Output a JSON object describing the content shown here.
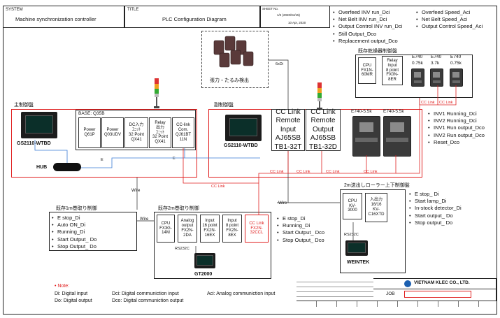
{
  "header": {
    "system_label": "SYSTEM",
    "system_value": "Machine synchronization controller",
    "title_label": "TITLE",
    "title_value": "PLC Configuration Diagram",
    "sheet_label": "SHEET No.",
    "sheet_value": "1/2 (2020/04/15)",
    "date_value": "10 Apr, 2020"
  },
  "top_right_signals": {
    "col1": [
      "Overfeed INV run_Dci",
      "Net Belt INV run_Dci",
      "Output Control INV run_Dci",
      "Still Output_Dco",
      "Replacement output_Dco"
    ],
    "col2": [
      "Overfeed Speed_Aci",
      "Net Belt Speed_Aci",
      "Output Control Speed_Aci"
    ]
  },
  "sensor": {
    "label": "張力・たるみ検出",
    "cable": "6xDi"
  },
  "dryer_panel": {
    "title": "既存乾燥器制御盤",
    "cpu": [
      "CPU",
      "FX1N-",
      "60MR"
    ],
    "relay": [
      "Relay",
      "Input",
      "8 point",
      "FX0N-",
      "8ER"
    ],
    "inverters": [
      {
        "name": "E740",
        "power": "0.75k"
      },
      {
        "name": "E740",
        "power": "3.7k"
      },
      {
        "name": "E740",
        "power": "0.75k"
      }
    ],
    "link1": "CC Link",
    "link2": "CC Link"
  },
  "main_panel": {
    "title": "主制御盤",
    "hmi": "GS2110-WTBD",
    "hub": "HUB",
    "base_label": "BASE: Q35B",
    "modules": [
      [
        "Power",
        "Q61P"
      ],
      [
        "Power",
        "Q03UDV"
      ],
      [
        "DC入力",
        "ﾕﾆｯﾄ",
        "32 Point",
        "QX41"
      ],
      [
        "Relay",
        "出力",
        "ﾕﾆｯﾄ",
        "32 Point",
        "QX41"
      ],
      [
        "CC-link",
        "Com.",
        "QJ61BT",
        "11N"
      ]
    ],
    "eth1": "E",
    "eth2": "E"
  },
  "sub_panel": {
    "title": "副制御盤",
    "hmi": "GS2110-WTBD",
    "cc_input": [
      "CC Link",
      "Remote",
      "Input",
      "AJ65SB",
      "TB1-32T"
    ],
    "cc_output": [
      "CC Link",
      "Remote",
      "Output",
      "AJ65SB",
      "TB1-32D"
    ],
    "inverters": [
      {
        "name": "E740-5.5k"
      },
      {
        "name": "E740-5.5k"
      }
    ],
    "links": [
      "CC Link",
      "CC Link",
      "CC Link",
      "CC Link"
    ]
  },
  "inverter_signals": [
    "INV1 Running_Dci",
    "INV2 Running_Dci",
    "INV1 Run output_Dco",
    "INV2 Run output_Dco",
    "Reset_Dco"
  ],
  "wires": {
    "wire1": "Wire",
    "wire2": "Wire",
    "wire3": "Wire",
    "cclink_red": "CC Link"
  },
  "panel_1m": {
    "title": "既存1m巻取り制御",
    "signals": [
      "E stop_Di",
      "Auto ON_Di",
      "Running_Di",
      "Start Output_ Do",
      "Stop Output_ Do"
    ]
  },
  "panel_2m": {
    "title": "既存2m巻取り制御",
    "modules": [
      [
        "CPU",
        "FX3G-",
        "14M"
      ],
      [
        "Analog",
        "output",
        "FX2N-",
        "2DA"
      ],
      [
        "Input",
        "16 point",
        "FX2N-",
        "16EX"
      ],
      [
        "Input",
        "8 point",
        "FX2N-",
        "8EX"
      ],
      [
        "CC Link",
        "FX2N-",
        "32CCL"
      ]
    ],
    "rs": "RS232C",
    "hmi": "GT2000",
    "signals": [
      "E stop_Di",
      "Running_Di",
      "Start Output_ Dco",
      "Stop Output_ Dco"
    ]
  },
  "panel_roller": {
    "title": "2m送出しローラー上下制御盤",
    "cpu": [
      "CPU",
      "KV-",
      "3000"
    ],
    "io": [
      "入出力",
      "16/16",
      "KV-",
      "C16XTD"
    ],
    "rs": "RS232C",
    "hmi": "WEINTEK",
    "signals": [
      "E stop_ Di",
      "Start lamp_Di",
      "In-stock detector_Di",
      "Start output_ Do",
      "Stop output_ Do"
    ]
  },
  "notes": {
    "title": "Note:",
    "lines": [
      [
        "Di: Digital input",
        "Dci: Digital communiction input",
        "Aci: Analog communiction input"
      ],
      [
        "Do: Digital output",
        "Dco: Digital communiction output",
        ""
      ]
    ]
  },
  "footer": {
    "company": "VIETNAM KLEC CO., LTD.",
    "job_label": "JOB"
  },
  "colors": {
    "accent_red": "#e02020",
    "line_blue": "#3a7bd5"
  }
}
